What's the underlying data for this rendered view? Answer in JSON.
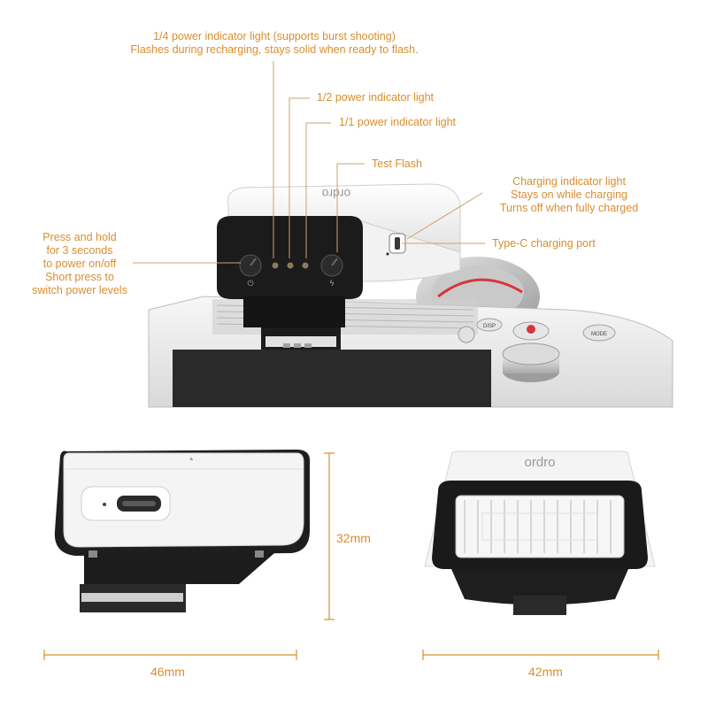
{
  "colors": {
    "accent": "#d98e2f",
    "flash_body": "#f2f2f2",
    "flash_face": "#1c1c1c",
    "camera_body": "#ececec"
  },
  "callouts": {
    "quarter_power": {
      "line1": "1/4 power indicator light (supports burst shooting)",
      "line2": "Flashes during recharging, stays solid when ready to flash."
    },
    "half_power": "1/2 power indicator light",
    "full_power": "1/1 power indicator light",
    "test_flash": "Test Flash",
    "charging_indicator": {
      "line1": "Charging indicator light",
      "line2": "Stays on while charging",
      "line3": "Turns off when fully charged"
    },
    "type_c": "Type-C charging port",
    "power_button": {
      "line1": "Press and hold",
      "line2": "for 3 seconds",
      "line3": "to power on/off",
      "line4": "Short press to",
      "line5": "switch power levels"
    }
  },
  "dimensions": {
    "height": "32mm",
    "width_side": "46mm",
    "width_front": "42mm"
  },
  "labels": {
    "brand_top": "ordro",
    "brand_front": "ordro",
    "camera_disp": "DISP",
    "camera_mode": "MODE"
  }
}
